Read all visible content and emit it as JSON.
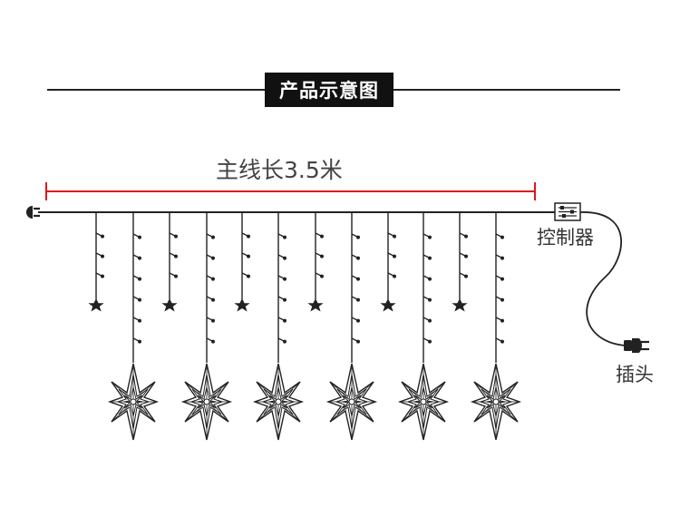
{
  "title": "产品示意图",
  "dimension_label": "主线长3.5米",
  "controller_label": "控制器",
  "plug_label": "插头",
  "colors": {
    "measure_line": "#e0141e",
    "wire": "#222222",
    "title_bg": "#111111"
  },
  "icons": {
    "left_connector": "input-connector-icon",
    "controller": "controller-box-icon",
    "plug": "power-plug-icon",
    "small_star": "five-point-star-icon",
    "big_star": "north-star-icon"
  }
}
